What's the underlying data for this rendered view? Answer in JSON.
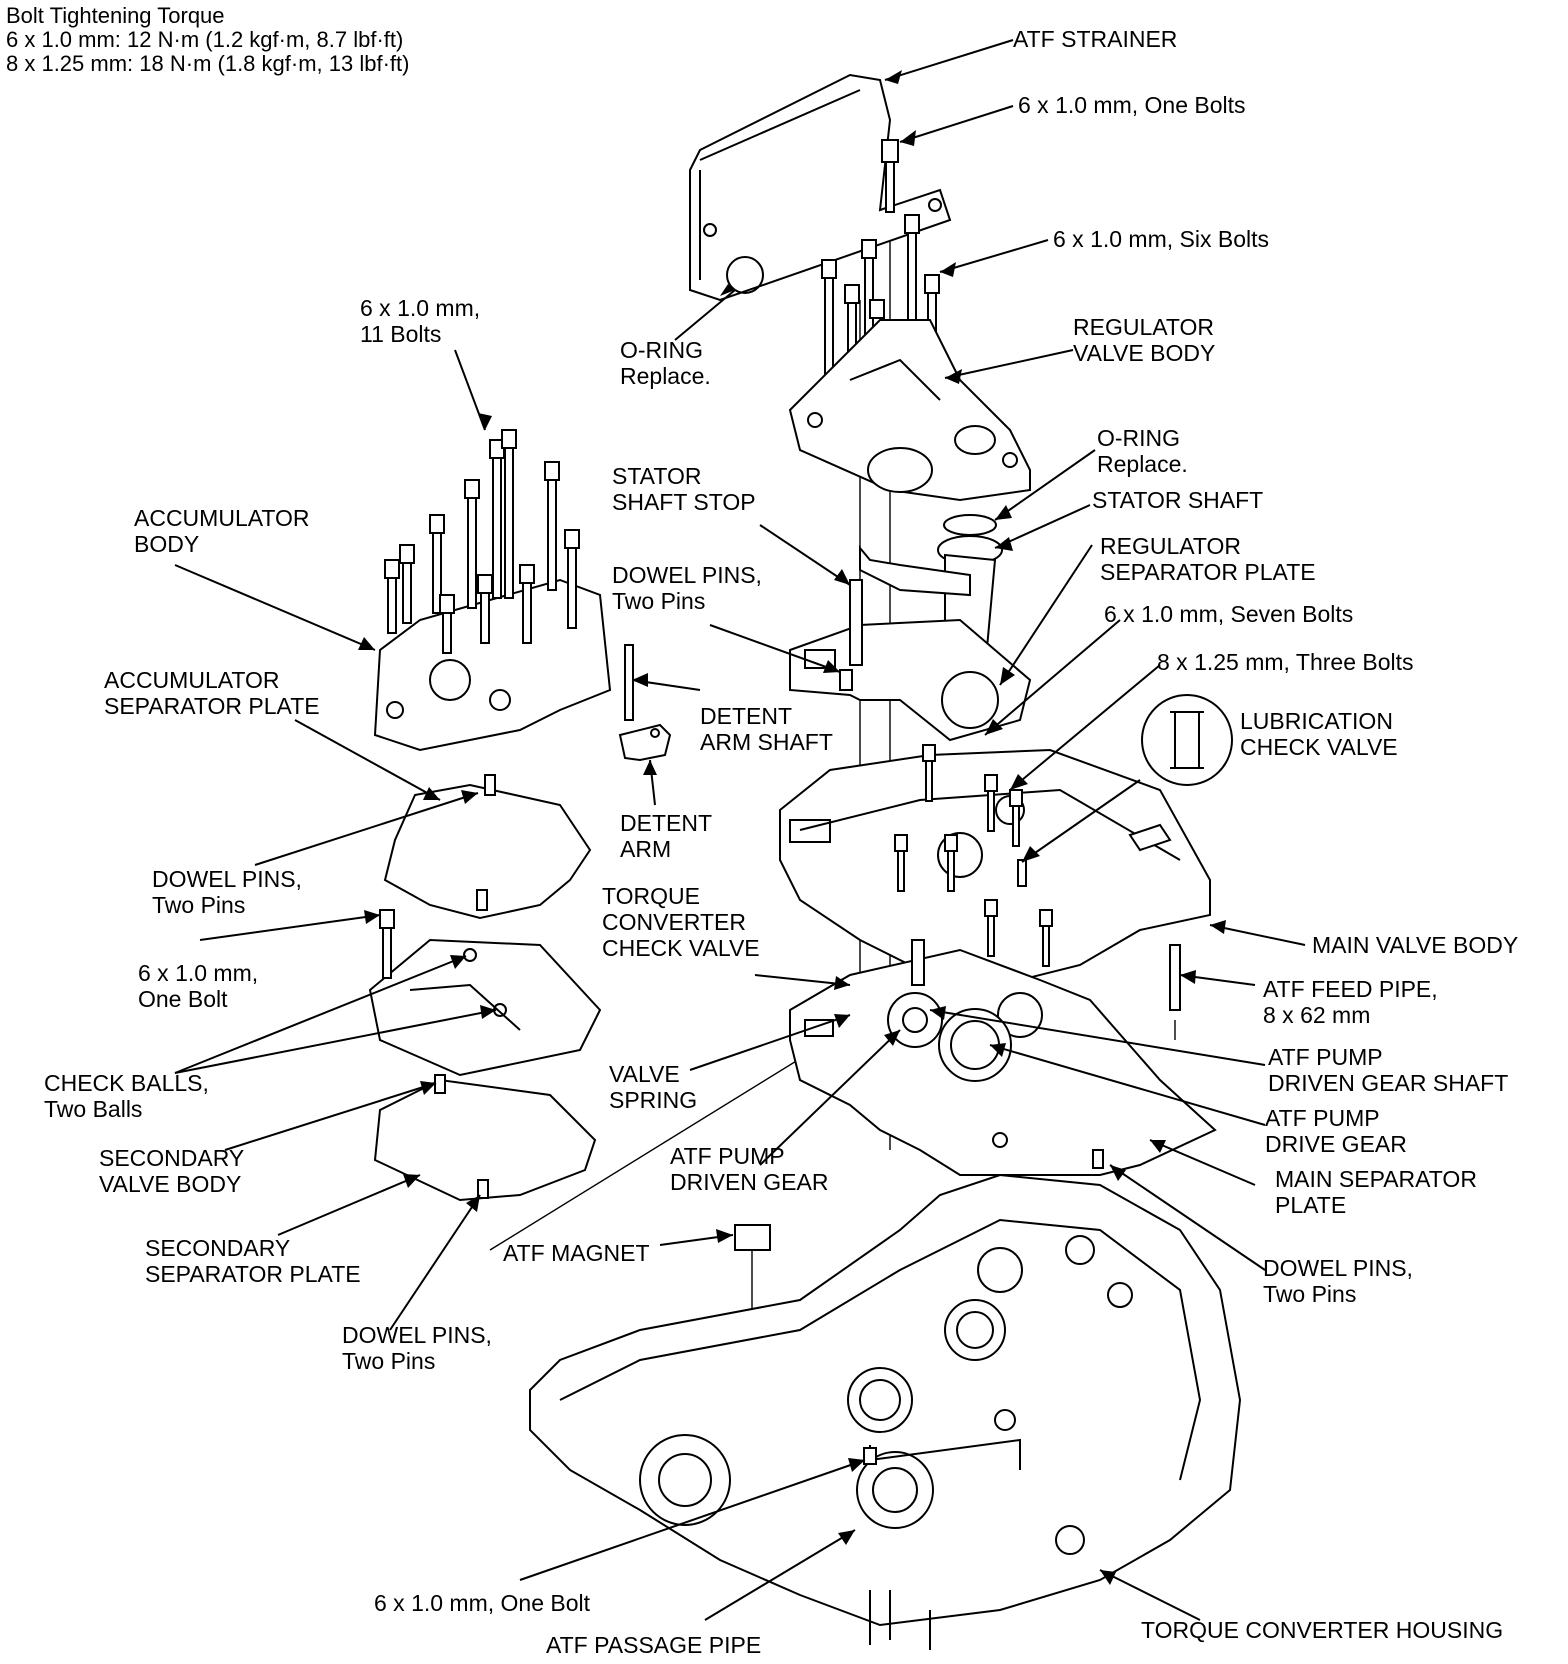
{
  "torque_spec": {
    "title": "Bolt Tightening Torque",
    "line1": "6 x 1.0 mm: 12 N·m (1.2 kgf·m, 8.7 lbf·ft)",
    "line2": "8 x 1.25 mm: 18 N·m (1.8 kgf·m, 13 lbf·ft)"
  },
  "labels": {
    "atf_strainer": [
      "ATF STRAINER"
    ],
    "bolt_strainer": [
      "6 x 1.0 mm, One Bolts"
    ],
    "bolts_regulator": [
      "6 x 1.0 mm, Six Bolts"
    ],
    "bolts_accumulator": [
      "6 x 1.0 mm,",
      "11 Bolts"
    ],
    "oring_strainer": [
      "O-RING",
      "Replace."
    ],
    "regulator_valve_body": [
      "REGULATOR",
      "VALVE BODY"
    ],
    "oring_stator": [
      "O-RING",
      "Replace."
    ],
    "stator_shaft_stop": [
      "STATOR",
      "SHAFT STOP"
    ],
    "stator_shaft": [
      "STATOR SHAFT"
    ],
    "accumulator_body": [
      "ACCUMULATOR",
      "BODY"
    ],
    "dowel_pins_upper": [
      "DOWEL PINS,",
      "Two Pins"
    ],
    "regulator_separator_plate": [
      "REGULATOR",
      "SEPARATOR PLATE"
    ],
    "bolts_seven": [
      "6 x 1.0 mm, Seven Bolts"
    ],
    "bolts_three": [
      "8 x 1.25 mm, Three Bolts"
    ],
    "accumulator_separator_plate": [
      "ACCUMULATOR",
      "SEPARATOR PLATE"
    ],
    "detent_arm_shaft": [
      "DETENT",
      "ARM SHAFT"
    ],
    "lubrication_check_valve": [
      "LUBRICATION",
      "CHECK VALVE"
    ],
    "detent_arm": [
      "DETENT",
      "ARM"
    ],
    "dowel_pins_left_upper": [
      "DOWEL PINS,",
      "Two Pins"
    ],
    "torque_converter_check_valve": [
      "TORQUE",
      "CONVERTER",
      "CHECK VALVE"
    ],
    "main_valve_body": [
      "MAIN VALVE BODY"
    ],
    "bolt_secondary": [
      "6 x 1.0 mm,",
      "One Bolt"
    ],
    "atf_feed_pipe": [
      "ATF FEED PIPE,",
      "8 x 62 mm"
    ],
    "check_balls": [
      "CHECK BALLS,",
      "Two Balls"
    ],
    "valve_spring": [
      "VALVE",
      "SPRING"
    ],
    "atf_pump_driven_gear_shaft": [
      "ATF PUMP",
      "DRIVEN GEAR SHAFT"
    ],
    "secondary_valve_body": [
      "SECONDARY",
      "VALVE BODY"
    ],
    "atf_pump_drive_gear": [
      "ATF PUMP",
      "DRIVE GEAR"
    ],
    "atf_pump_driven_gear": [
      "ATF PUMP",
      "DRIVEN GEAR"
    ],
    "main_separator_plate": [
      "MAIN SEPARATOR",
      "PLATE"
    ],
    "secondary_separator_plate": [
      "SECONDARY",
      "SEPARATOR PLATE"
    ],
    "atf_magnet": [
      "ATF MAGNET"
    ],
    "dowel_pins_right": [
      "DOWEL PINS,",
      "Two Pins"
    ],
    "dowel_pins_left_lower": [
      "DOWEL PINS,",
      "Two Pins"
    ],
    "bolt_passage": [
      "6 x 1.0 mm, One Bolt"
    ],
    "torque_converter_housing": [
      "TORQUE CONVERTER HOUSING"
    ],
    "atf_passage_pipe": [
      "ATF PASSAGE PIPE"
    ]
  }
}
